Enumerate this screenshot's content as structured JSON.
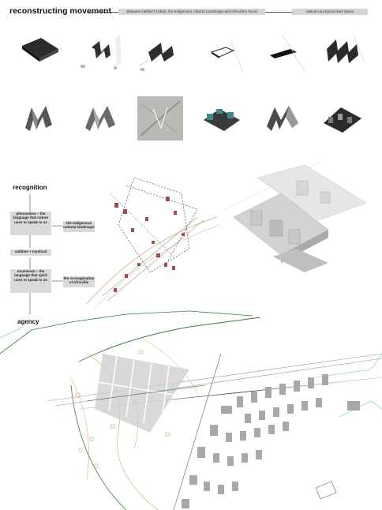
{
  "header": {
    "title": "reconstructing movement",
    "tag_primary": "Between Halifax's Urban, the Indigenous cultural Landscape and Africville's Rural",
    "tag_secondary": "radical conceptual dark space"
  },
  "diagram": {
    "heading_top": "recognition",
    "heading_bottom": "agency",
    "boxes": {
      "phenomena": "phenomena – the language that nature uses to speak to us",
      "sublime": "sublime + mystical",
      "noumenon": "noumenon – the language that spirit uses to speak to us",
      "indigenous": "the Indigenous cultural landscape",
      "africville": "the re-imagination of Africville"
    }
  },
  "colors": {
    "tag_bg": "#d4d4d4",
    "box_bg": "#d9d9d9",
    "model_dark": "#2b2b2b",
    "accent_red": "#a54a55",
    "accent_teal": "#3e8a86",
    "contour_green": "#3c7d3c",
    "contour_tan": "#c8a46a"
  },
  "thumbnails_row1": [
    "dark-slab-model",
    "m-shape-model",
    "m-shape-model",
    "slab-outline-model",
    "slab-filled-model",
    "zigzag-model"
  ],
  "thumbnails_row2": [
    "shaded-m-model",
    "shaded-m-model",
    "site-photo-overlay",
    "teal-cluster-model",
    "shaded-m-model",
    "cluster-model"
  ]
}
